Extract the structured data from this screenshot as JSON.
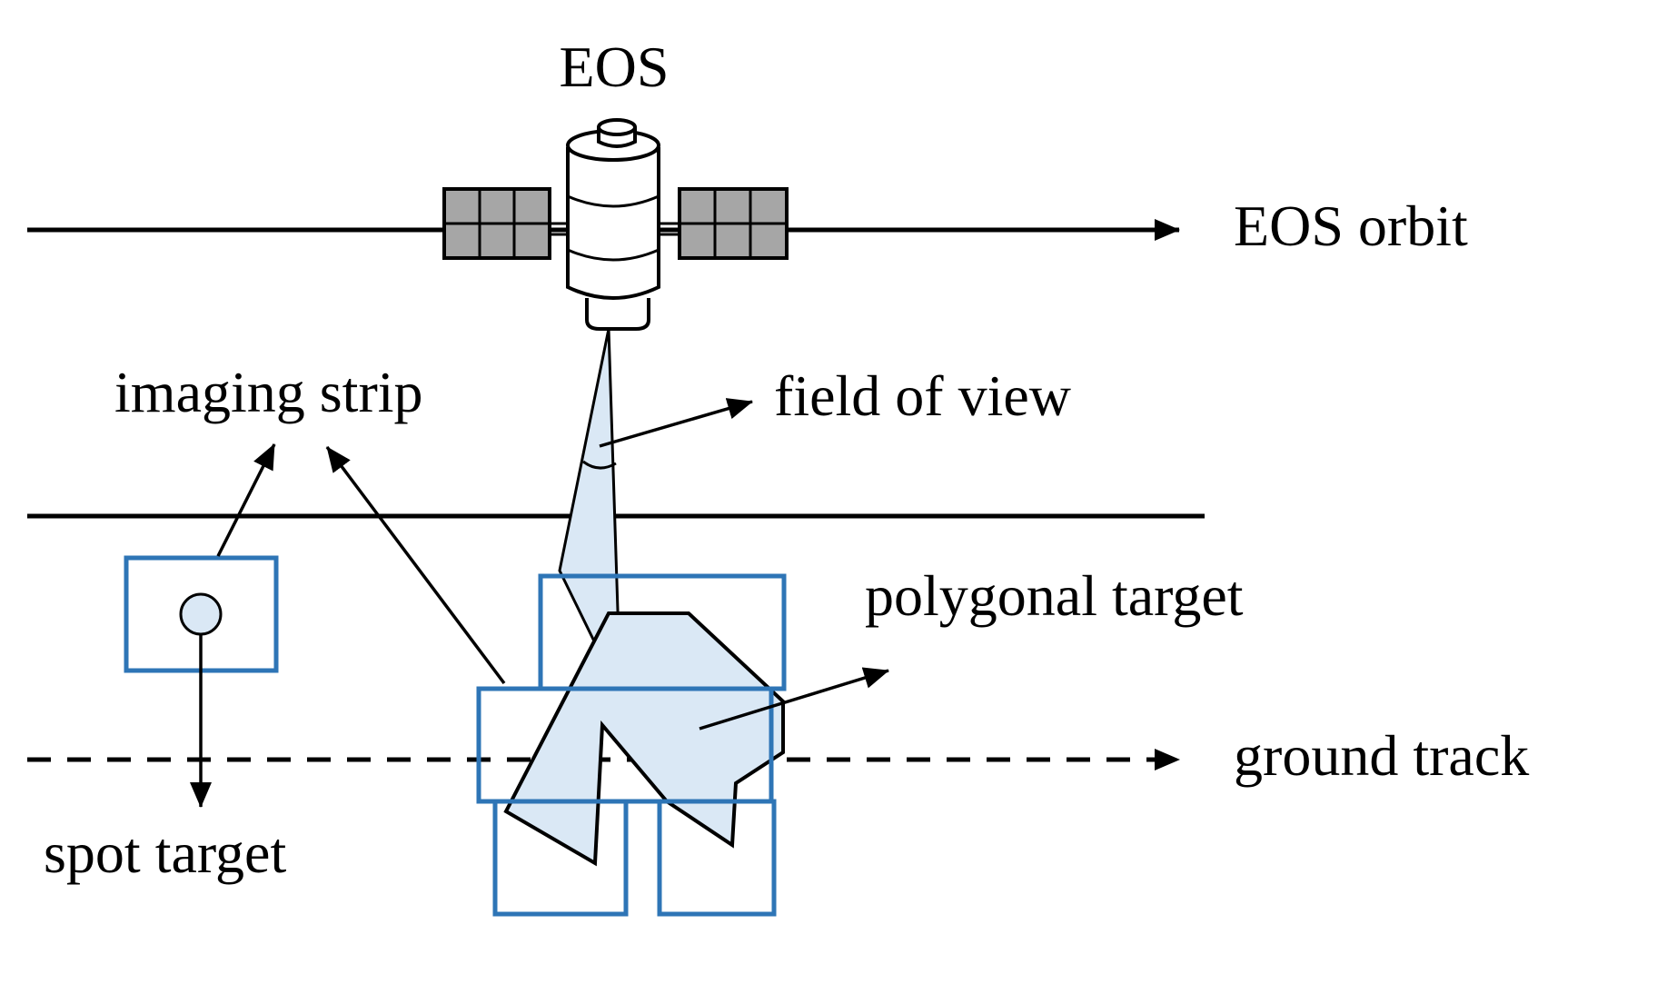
{
  "labels": {
    "satellite": "EOS",
    "orbit": "EOS orbit",
    "imaging_strip": "imaging strip",
    "field_of_view": "field of view",
    "polygonal_target": "polygonal target",
    "ground_track": "ground track",
    "spot_target": "spot target"
  },
  "colors": {
    "line": "#000000",
    "strip_border": "#2e75b6",
    "target_fill": "#dae8f5",
    "solar_panel": "#a6a6a6",
    "satellite_body": "#ffffff"
  },
  "icons": {
    "satellite": "satellite-icon",
    "spot_target": "circle-marker-icon",
    "polygonal_target": "polygon-shape-icon"
  }
}
